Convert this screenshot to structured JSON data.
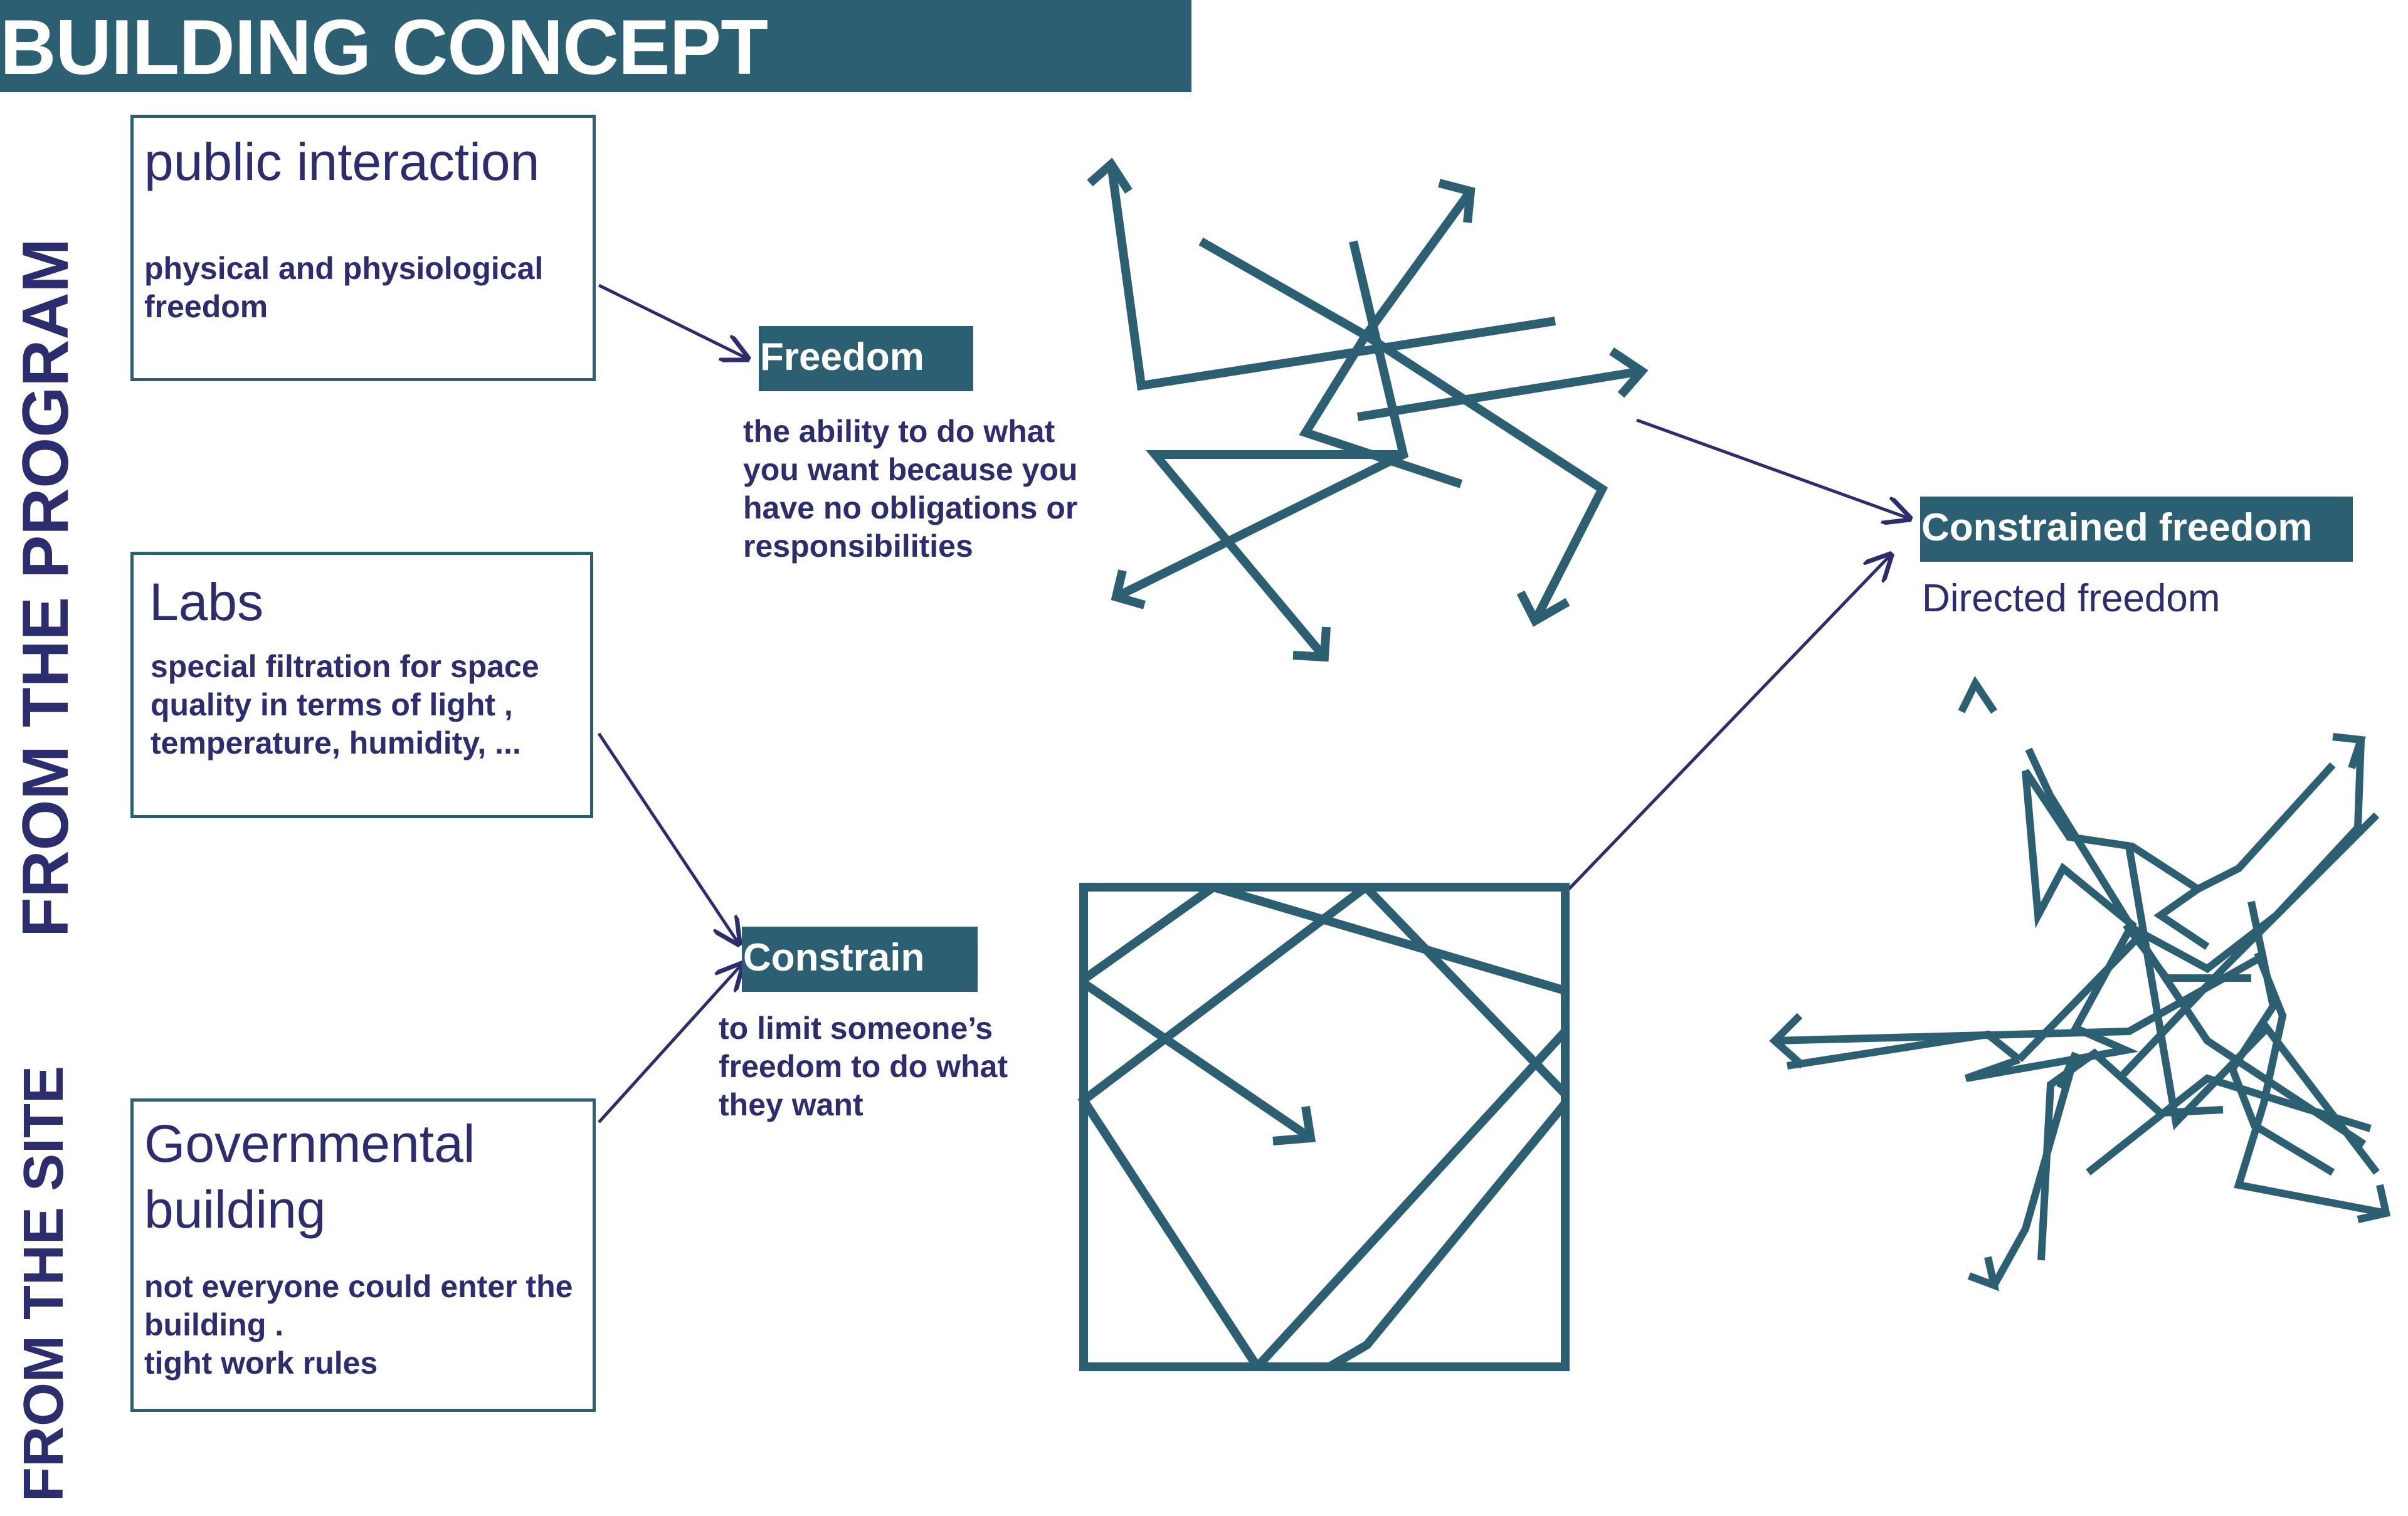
{
  "title": "BUILDING CONCEPT",
  "side_labels": {
    "program": "FROM  THE PROGRAM",
    "site": "FROM THE SITE"
  },
  "boxes": {
    "public": {
      "title": "public interaction",
      "desc": "physical and physiological\nfreedom"
    },
    "labs": {
      "title": "Labs",
      "desc": "special filtration for space\nquality in terms of light ,\ntemperature, humidity, ..."
    },
    "gov": {
      "title": "Governmental\nbuilding",
      "desc": "not everyone could enter the\nbuilding .\ntight work rules"
    }
  },
  "concepts": {
    "freedom": {
      "label": "Freedom",
      "definition": "the ability to do what\nyou want because you\nhave no obligations or\nresponsibilities"
    },
    "constrain": {
      "label": "Constrain",
      "definition": "to limit someone’s\nfreedom to do what\nthey want"
    },
    "constrained_freedom": {
      "label": "Constrained freedom",
      "subtitle": "Directed freedom"
    }
  },
  "colors": {
    "teal": "#2d5f72",
    "navy": "#2b2d6e",
    "white": "#ffffff"
  }
}
